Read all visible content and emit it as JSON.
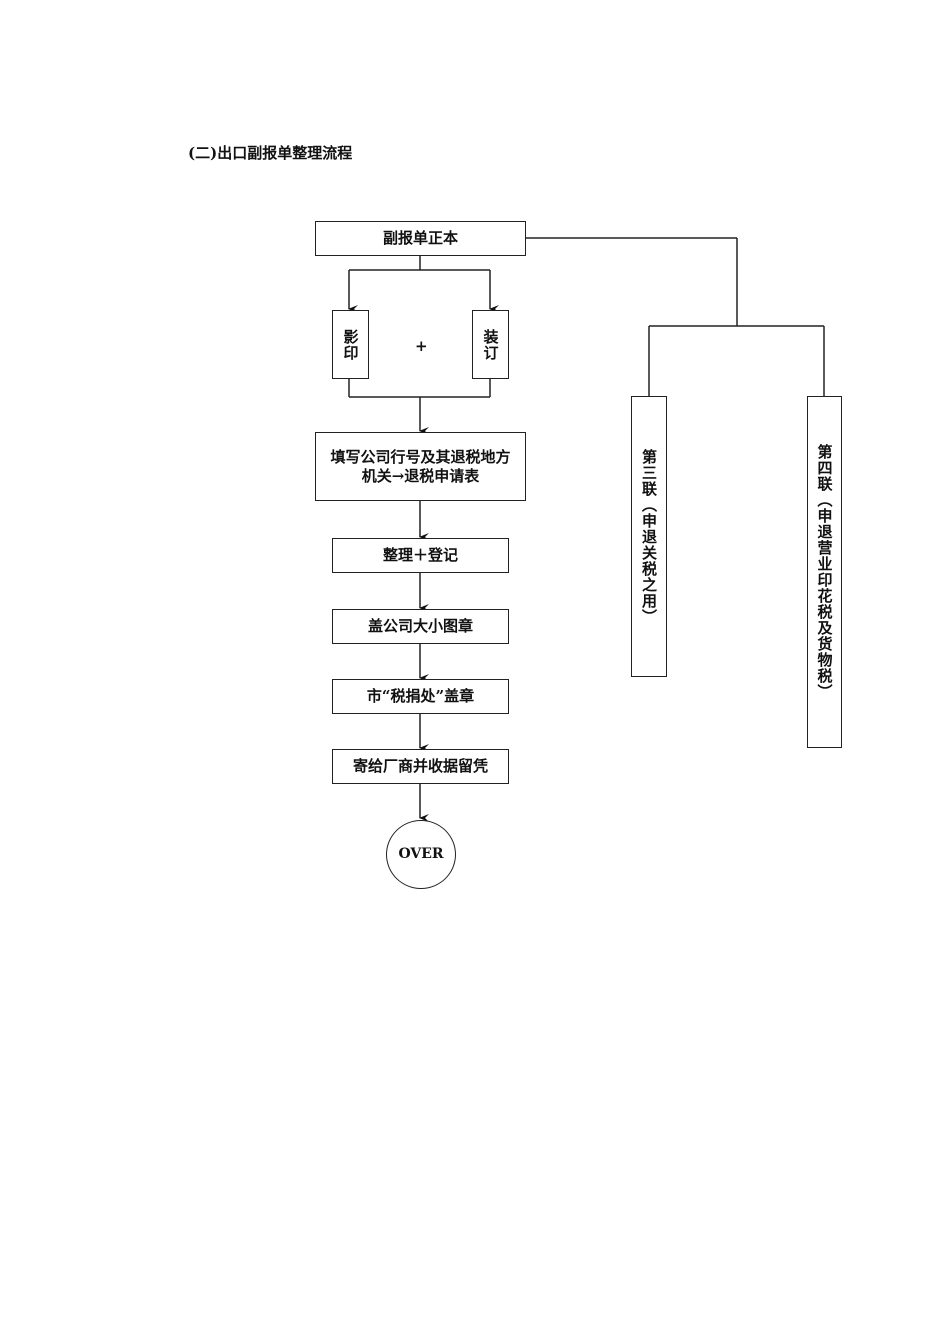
{
  "title": "(二)出口副报单整理流程",
  "flow": {
    "start": "副报单正本",
    "copy": "影印",
    "plus": "+",
    "bind": "装订",
    "fill_form": "填写公司行号及其退税地方机关→退税申请表",
    "organize": "整理＋登记",
    "company_stamp": "盖公司大小图章",
    "tax_stamp": "市“税捐处”盖章",
    "mail": "寄给厂商并收据留凭",
    "end": "OVER"
  },
  "branches": {
    "third_copy": "第三联（申退关税之用）",
    "fourth_copy": "第四联（申退营业印花税及货物税）"
  }
}
